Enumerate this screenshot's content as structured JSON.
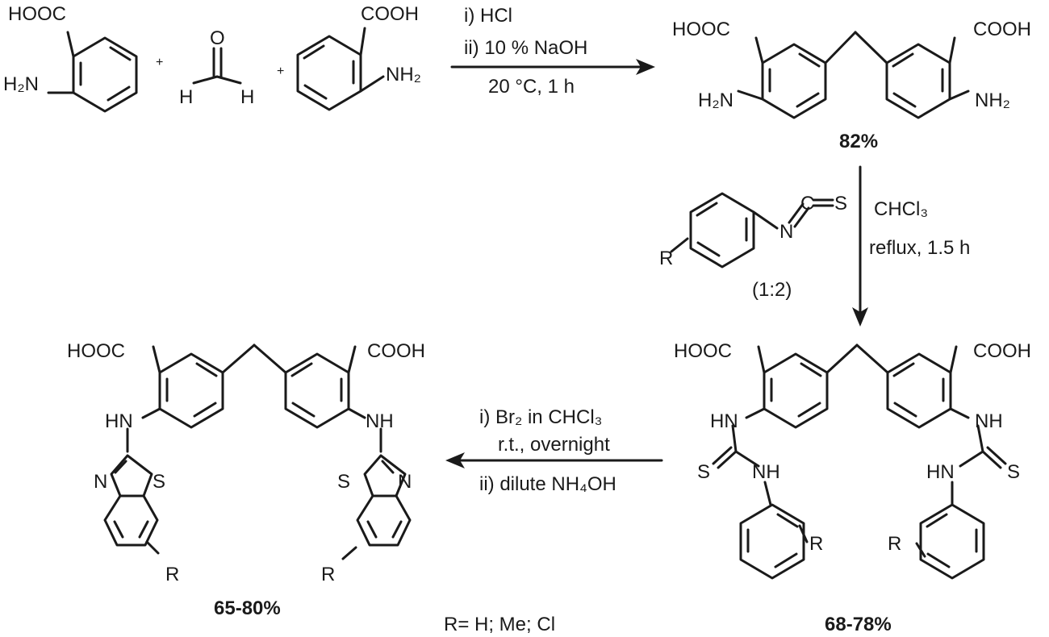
{
  "reactants": {
    "plus": "+",
    "anthranilic_acid": {
      "acid": "HOOC",
      "acid_alt": "COOH",
      "amine": "H₂N",
      "amine_alt": "NH₂"
    },
    "formaldehyde": {
      "oxygen": "O",
      "hydrogen": "H"
    }
  },
  "step1": {
    "reagent_1": "i) HCl",
    "reagent_2": "ii) 10 % NaOH",
    "conditions": "20 °C, 1 h"
  },
  "intermediate_1": {
    "acid_left": "HOOC",
    "acid_right": "COOH",
    "amine_left": "H₂N",
    "amine_right": "NH₂",
    "yield": "82%"
  },
  "step2": {
    "isothiocyanate": {
      "n": "N",
      "c": "C",
      "s": "S",
      "r": "R"
    },
    "ratio": "(1:2)",
    "solvent": "CHCl₃",
    "conditions": "reflux, 1.5 h"
  },
  "intermediate_2": {
    "acid_left": "HOOC",
    "acid_right": "COOH",
    "nh_left": "HN",
    "nh_right": "NH",
    "s_left": "S",
    "s_right": "S",
    "nh2_left": "NH",
    "nh2_right": "HN",
    "r_left": "R",
    "r_right": "R",
    "yield": "68-78%"
  },
  "step3": {
    "reagent_1": "i) Br₂ in CHCl₃",
    "conditions": "r.t., overnight",
    "reagent_2": "ii) dilute NH₄OH"
  },
  "product": {
    "acid_left": "HOOC",
    "acid_right": "COOH",
    "nh_left": "HN",
    "nh_right": "NH",
    "ring_n": "N",
    "ring_s": "S",
    "r": "R",
    "yield": "65-80%"
  },
  "legend": "R= H; Me; Cl"
}
